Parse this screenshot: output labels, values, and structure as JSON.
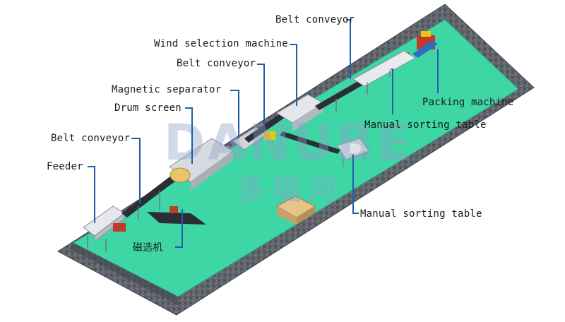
{
  "callouts": [
    {
      "id": "belt-conveyor-top",
      "text": "Belt conveyor"
    },
    {
      "id": "wind-selection-machine",
      "text": "Wind selection machine"
    },
    {
      "id": "belt-conveyor-mid",
      "text": "Belt conveyor"
    },
    {
      "id": "magnetic-separator",
      "text": "Magnetic separator"
    },
    {
      "id": "drum-screen",
      "text": "Drum screen"
    },
    {
      "id": "belt-conveyor-left",
      "text": "Belt conveyor"
    },
    {
      "id": "feeder",
      "text": "Feeder"
    },
    {
      "id": "packing-machine",
      "text": "Packing machine"
    },
    {
      "id": "manual-sorting-table-upper",
      "text": "Manual sorting table"
    },
    {
      "id": "manual-sorting-table-lower",
      "text": "Manual sorting table"
    },
    {
      "id": "magnetic-separator-cn",
      "text": "磁选机"
    }
  ],
  "watermark": {
    "logo_text": "DANUBE",
    "cn_text": "多瑙河"
  },
  "colors": {
    "floor": "#3fd6a6",
    "wall": "#5b6069",
    "leader_line": "#1f5fa8",
    "watermark": "#8ca0c8"
  }
}
